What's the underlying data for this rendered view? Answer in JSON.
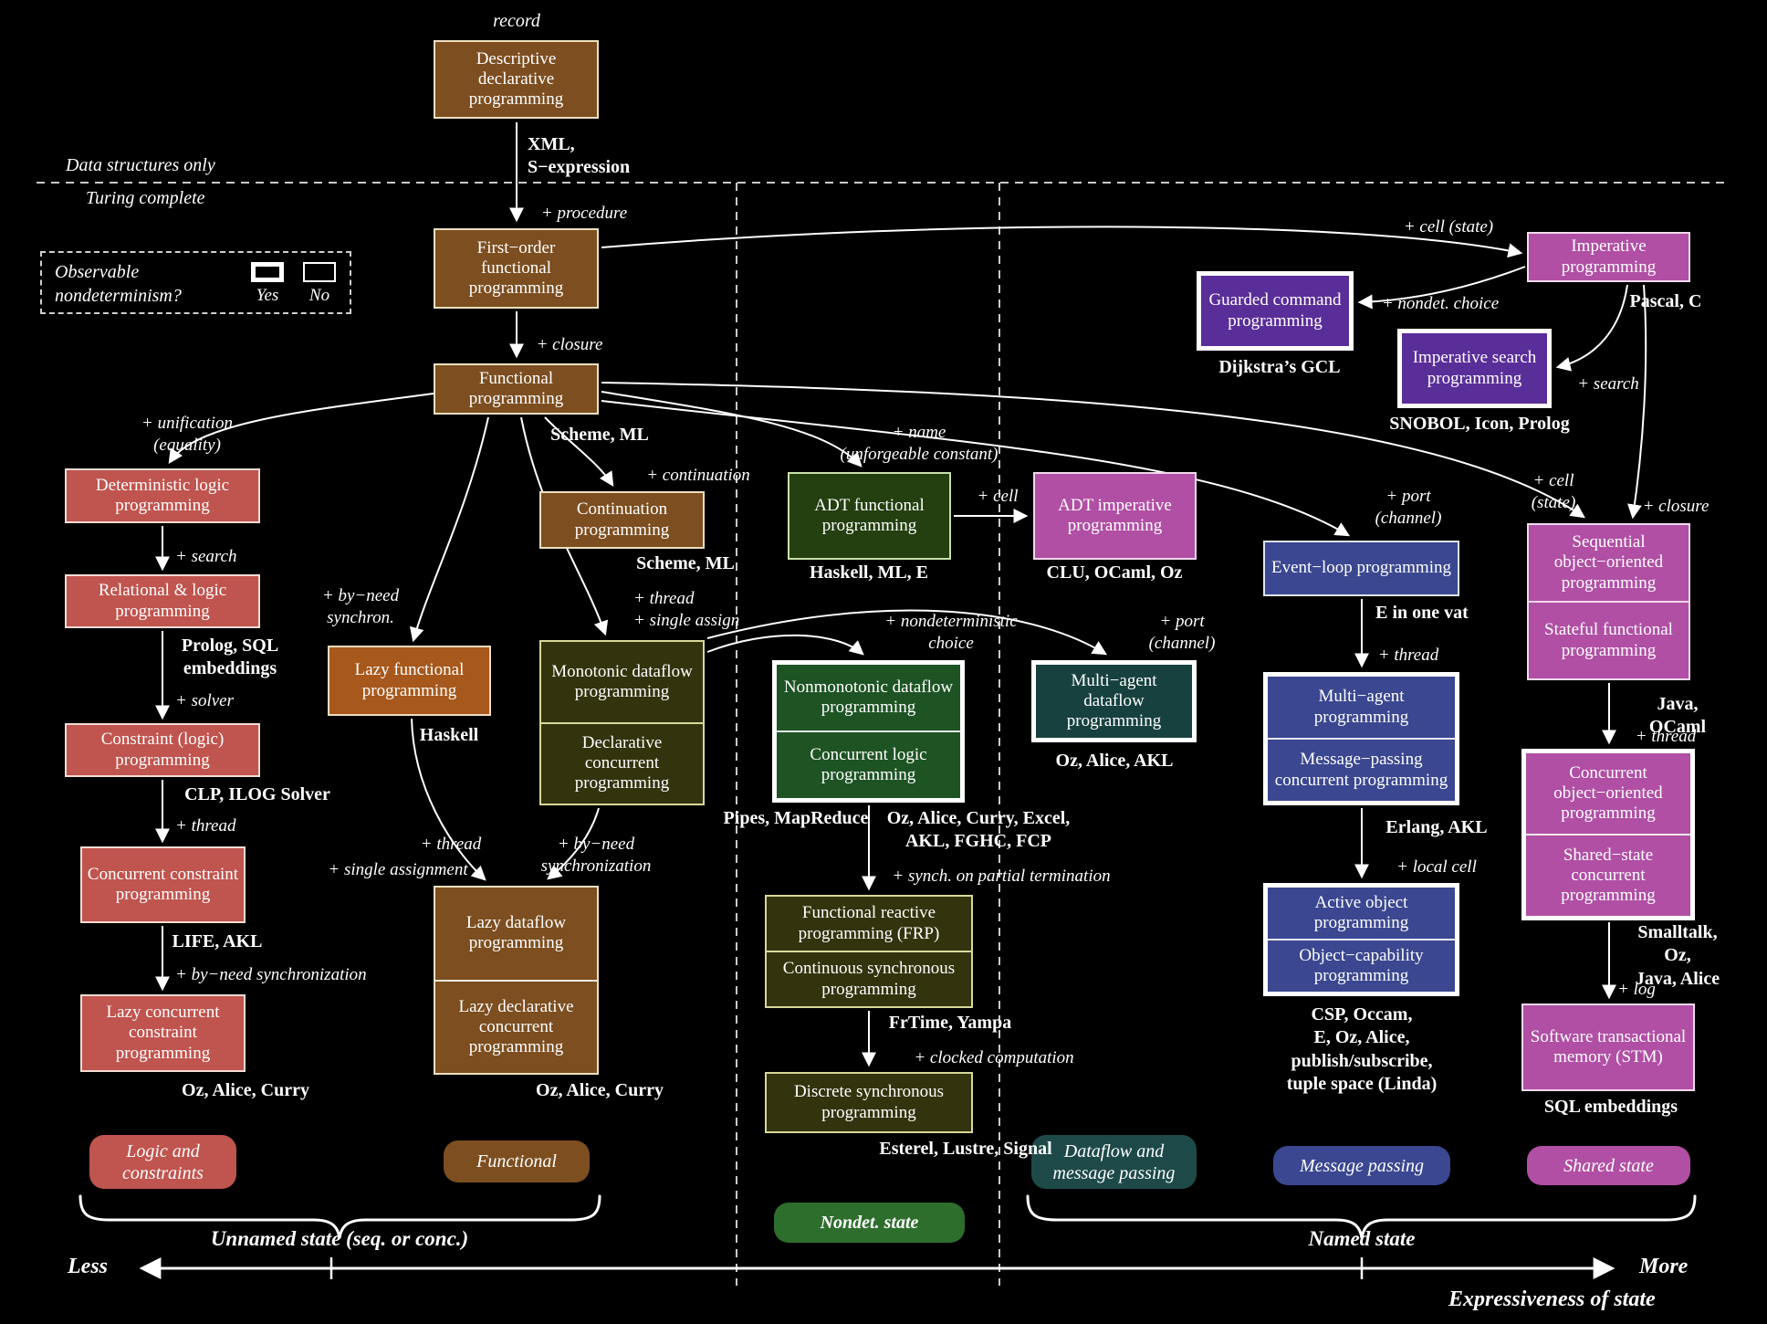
{
  "header": {
    "record": "record",
    "data_structures_only": "Data structures only",
    "turing_complete": "Turing complete"
  },
  "legend_box": {
    "question": "Observable\nnondeterminism?",
    "yes": "Yes",
    "no": "No"
  },
  "nodes": {
    "descriptive": {
      "title": "Descriptive declarative programming",
      "caption": "XML,\nS−expression"
    },
    "firstOrder": {
      "title": "First−order functional programming"
    },
    "functional": {
      "title": "Functional programming",
      "caption": "Scheme, ML"
    },
    "detLogic": {
      "title": "Deterministic logic programming"
    },
    "relational": {
      "title": "Relational & logic programming",
      "caption": "Prolog, SQL\nembeddings"
    },
    "constraint": {
      "title": "Constraint (logic) programming",
      "caption": "CLP, ILOG Solver"
    },
    "concConstraint": {
      "title": "Concurrent constraint programming",
      "caption": "LIFE, AKL"
    },
    "lazyConcConstraint": {
      "title": "Lazy concurrent constraint programming",
      "caption": "Oz, Alice, Curry"
    },
    "lazyFunctional": {
      "title": "Lazy functional programming",
      "caption": "Haskell"
    },
    "continuation": {
      "title": "Continuation programming",
      "caption": "Scheme, ML"
    },
    "monotonic": {
      "top": "Monotonic dataflow programming",
      "bottom": "Declarative concurrent programming",
      "caption": "Pipes, MapReduce"
    },
    "lazyDataflow": {
      "top": "Lazy dataflow programming",
      "bottom": "Lazy declarative concurrent programming",
      "caption": "Oz, Alice, Curry"
    },
    "adtFunctional": {
      "title": "ADT functional programming",
      "caption": "Haskell, ML, E"
    },
    "adtImperative": {
      "title": "ADT imperative programming",
      "caption": "CLU, OCaml, Oz"
    },
    "nonmonotonic": {
      "top": "Nonmonotonic dataflow programming",
      "bottom": "Concurrent logic programming",
      "caption": "Oz, Alice, Curry, Excel,\nAKL, FGHC, FCP"
    },
    "frp": {
      "top": "Functional reactive programming (FRP)",
      "bottom": "Continuous synchronous programming",
      "caption": "FrTime, Yampa"
    },
    "discreteSync": {
      "title": "Discrete synchronous programming",
      "caption": "Esterel, Lustre, Signal"
    },
    "multiAgentDataflow": {
      "title": "Multi−agent dataflow programming",
      "caption": "Oz, Alice, AKL"
    },
    "eventLoop": {
      "title": "Event−loop programming",
      "caption": "E in one vat"
    },
    "multiAgent": {
      "top": "Multi−agent programming",
      "bottom": "Message−passing concurrent programming",
      "caption": "Erlang, AKL"
    },
    "activeObject": {
      "top": "Active object programming",
      "bottom": "Object−capability programming",
      "caption": "CSP, Occam,\nE, Oz, Alice,\npublish/subscribe,\ntuple space (Linda)"
    },
    "imperative": {
      "title": "Imperative programming",
      "caption": "Pascal, C"
    },
    "guardedCommand": {
      "title": "Guarded command programming",
      "caption": "Dijkstra’s GCL"
    },
    "imperativeSearch": {
      "title": "Imperative search programming",
      "caption": "SNOBOL, Icon, Prolog"
    },
    "seqOO": {
      "top": "Sequential object−oriented programming",
      "bottom": "Stateful functional programming",
      "caption": "Java, OCaml"
    },
    "concOO": {
      "top": "Concurrent object−oriented programming",
      "bottom": "Shared−state concurrent programming",
      "caption": "Smalltalk, Oz,\nJava, Alice"
    },
    "stm": {
      "title": "Software transactional memory (STM)",
      "caption": "SQL embeddings"
    }
  },
  "edge_labels": {
    "procedure": "+ procedure",
    "closure": "+ closure",
    "unification": "+ unification\n(equality)",
    "searchLeft": "+ search",
    "solver": "+ solver",
    "threadLeft": "+ thread",
    "byNeedLeft": "+ by−need synchronization",
    "byNeedSynchron": "+ by−need\nsynchron.",
    "continuationLbl": "+ continuation",
    "threadSingleAssign": "+ thread\n+ single assign",
    "threadLazy": "+ thread",
    "singleAssignment": "+ single assignment",
    "byNeedSync2": "+ by−need\nsynchronization",
    "name": "+ name\n(unforgeable constant)",
    "cell": "+ cell",
    "nondetChoice": "+ nondeterministic\nchoice",
    "synchPartial": "+ synch. on partial termination",
    "clocked": "+ clocked computation",
    "portChannel1": "+ port\n(channel)",
    "portChannel2": "+ port\n(channel)",
    "threadEvent": "+ thread",
    "localCell": "+ local cell",
    "cellStateTop": "+ cell (state)",
    "nondetChoiceRight": "+ nondet. choice",
    "searchRight": "+ search",
    "cellState2": "+ cell\n(state)",
    "closureRight": "+ closure",
    "threadRight": "+ thread",
    "log": "+ log"
  },
  "pills": {
    "logic": "Logic and\nconstraints",
    "functional": "Functional",
    "dataflow": "Dataflow and\nmessage passing",
    "message": "Message passing",
    "shared": "Shared state",
    "nondet": "Nondet. state"
  },
  "footer": {
    "unnamed": "Unnamed state (seq. or conc.)",
    "named": "Named state",
    "less": "Less",
    "more": "More",
    "expressiveness": "Expressiveness of state"
  }
}
